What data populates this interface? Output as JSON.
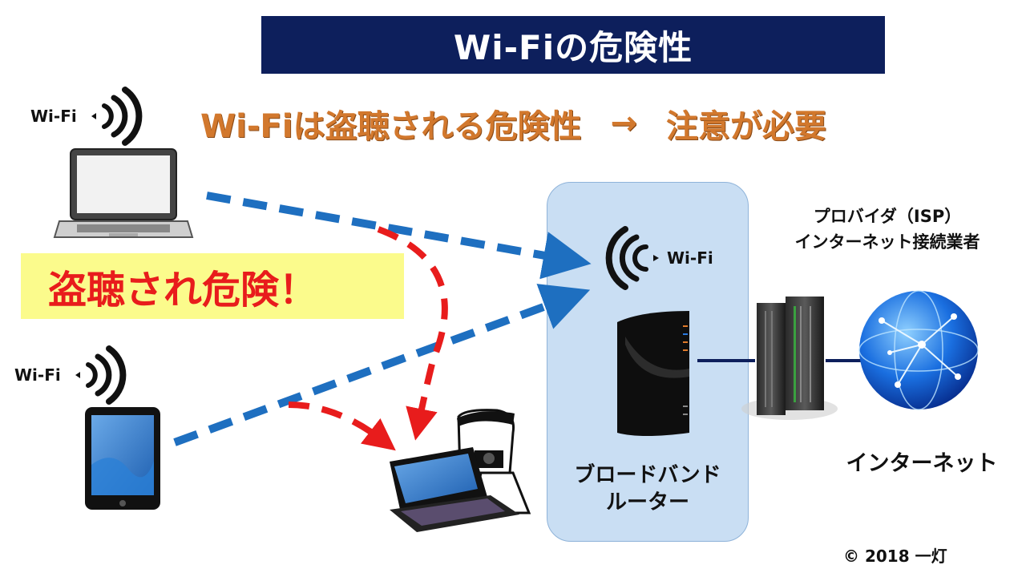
{
  "title": "Wi-Fiの危険性",
  "subtitle": {
    "left": "Wi-Fiは盗聴される危険性",
    "arrow": "→",
    "right": "注意が必要"
  },
  "warning": "盗聴され危険！",
  "wifi_label": "Wi-Fi",
  "router_label": [
    "ブロードバンド",
    "ルーター"
  ],
  "isp_label": [
    "プロバイダ（ISP）",
    "インターネット接続業者"
  ],
  "internet_label": "インターネット",
  "copyright": "© 2018 一灯",
  "colors": {
    "title_bg": "#0d1f5c",
    "subtitle": "#d2782d",
    "warning_text": "#e81c1c",
    "warning_bg": "#fbfb8c",
    "wifi_link": "#1e6fc0",
    "eavesdrop": "#e81c1c",
    "router_panel": "#c9def3"
  },
  "icons": [
    "wifi-signal-icon",
    "laptop-icon",
    "tablet-icon",
    "router-icon",
    "server-icon",
    "globe-icon",
    "spy-icon"
  ]
}
